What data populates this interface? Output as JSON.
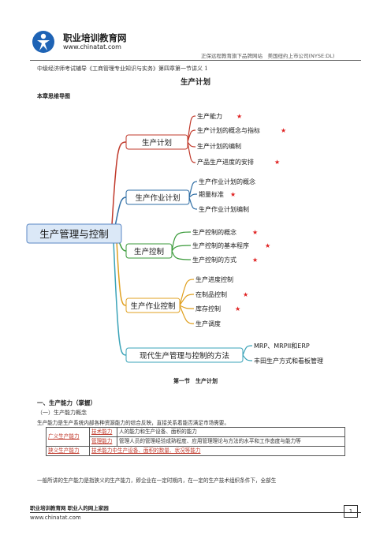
{
  "header": {
    "site_name": "职业培训教育网",
    "site_url": "www.chinatat.com",
    "tagline": "正保远程教育旗下品牌网站　美国纽约上市公司(NYSE:DL)",
    "doc_subtitle": "中级经济师考试辅导《工商管理专业知识与实务》第四章第一节讲义 1"
  },
  "title": "生产计划",
  "mindmap_heading": "本章思维导图",
  "mindmap": {
    "root": "生产管理与控制",
    "star": "★",
    "colors": {
      "red": "#c0392b",
      "blue": "#2e6da4",
      "green": "#3a9a3a",
      "orange": "#e0a020",
      "cyan": "#3aa3b8",
      "star": "#e02020"
    },
    "branches": [
      {
        "label": "生产计划",
        "leaves": [
          {
            "text": "生产能力",
            "star": true
          },
          {
            "text": "生产计划的概念与指标",
            "star": true
          },
          {
            "text": "生产计划的编制",
            "star": false
          },
          {
            "text": "产品生产进度的安排",
            "star": true
          }
        ]
      },
      {
        "label": "生产作业计划",
        "leaves": [
          {
            "text": "生产作业计划的概念",
            "star": false
          },
          {
            "text": "期量标准",
            "star": true
          },
          {
            "text": "生产作业计划编制",
            "star": false
          }
        ]
      },
      {
        "label": "生产控制",
        "leaves": [
          {
            "text": "生产控制的概念",
            "star": true
          },
          {
            "text": "生产控制的基本程序",
            "star": true
          },
          {
            "text": "生产控制的方式",
            "star": true
          }
        ]
      },
      {
        "label": "生产作业控制",
        "leaves": [
          {
            "text": "生产进度控制",
            "star": false
          },
          {
            "text": "在制品控制",
            "star": true
          },
          {
            "text": "库存控制",
            "star": true
          },
          {
            "text": "生产调度",
            "star": false
          }
        ]
      },
      {
        "label": "现代生产管理与控制的方法",
        "leaves": [
          {
            "text": "MRP、MRPII和ERP",
            "star": false
          },
          {
            "text": "丰田生产方式和看板管理",
            "star": false
          }
        ]
      }
    ]
  },
  "section_heading": "第一节　生产计划",
  "body": {
    "h1": "一、生产能力（掌握）",
    "h2": "（一）生产能力概念",
    "p1": "生产能力是生产系统内部各种资源能力的综合反映，直接关系着能否满足市场需要。",
    "table": {
      "broad": "广义生产能力",
      "tech_label": "技术能力",
      "tech_desc": "人的能力和生产设备、面积的能力",
      "mgmt_label": "管理能力",
      "mgmt_desc": "管理人员的管理经验成熟程度、应用管理理论与方法的水平和工作态度与能力等",
      "narrow": "狭义生产能力",
      "narrow_desc": "技术能力中生产设备、面积的数量、状况等能力"
    },
    "p2": "一般所讲的生产能力是指狭义的生产能力，即企业在一定时期内，在一定的生产技术组织条件下，全部生"
  },
  "footer": {
    "line1": "职业培训教育网  职业人的网上家园",
    "url": "www.chinatat.com",
    "page": "1"
  }
}
